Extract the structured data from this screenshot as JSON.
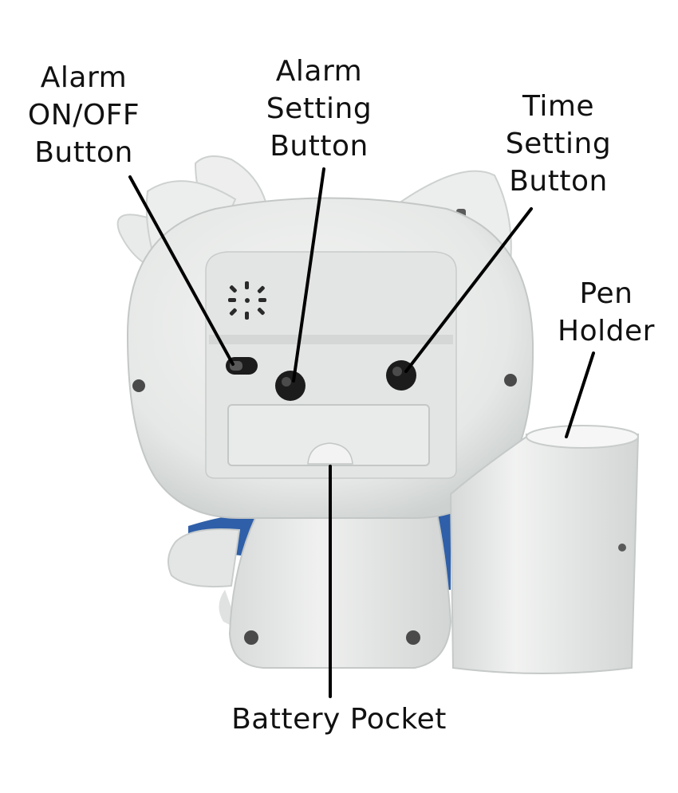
{
  "callouts": {
    "alarm_onoff": [
      "Alarm",
      "ON/OFF",
      "Button"
    ],
    "alarm_setting": [
      "Alarm",
      "Setting",
      "Button"
    ],
    "time_setting": [
      "Time",
      "Setting",
      "Button"
    ],
    "pen_holder": [
      "Pen",
      "Holder"
    ],
    "battery_pocket": "Battery Pocket"
  },
  "colors": {
    "body": "#ebedec",
    "shadow": "#cfd3d2",
    "knob": "#1c1c1c",
    "accent_blue": "#2f5fa8",
    "leader_line": "#000000"
  }
}
